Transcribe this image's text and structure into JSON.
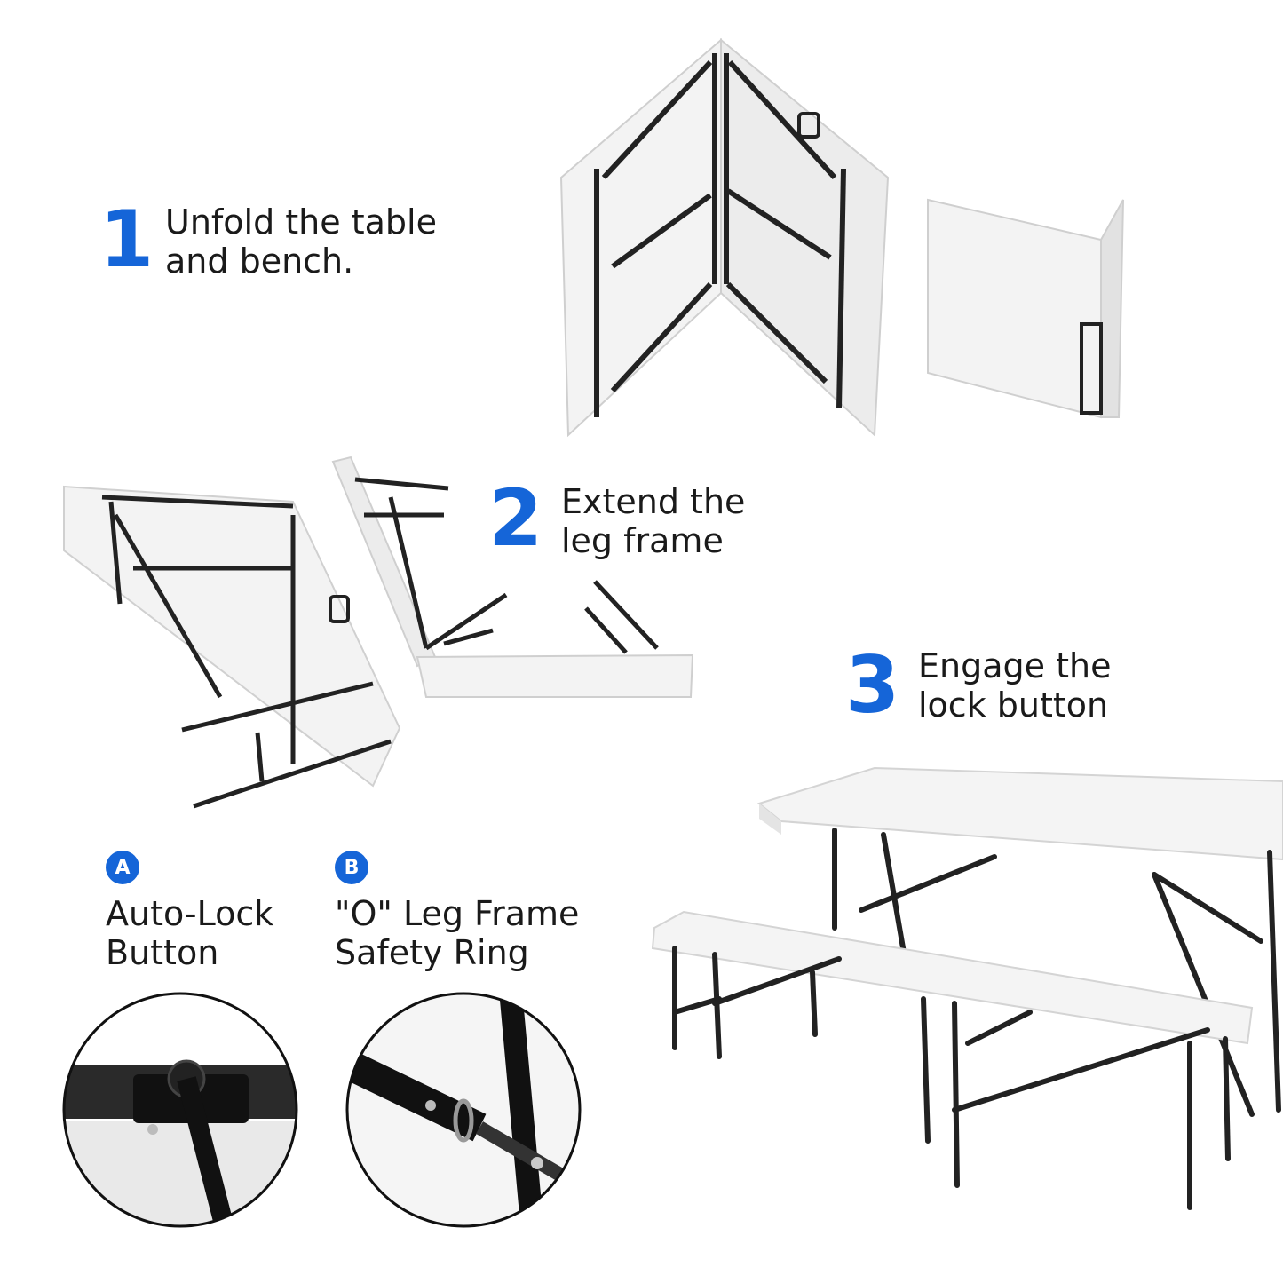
{
  "steps": [
    {
      "number": "1",
      "line1": "Unfold the table",
      "line2": "and bench."
    },
    {
      "number": "2",
      "line1": "Extend the",
      "line2": "leg frame"
    },
    {
      "number": "3",
      "line1": "Engage the",
      "line2": "lock button"
    }
  ],
  "features": [
    {
      "badge": "A",
      "line1": "Auto-Lock",
      "line2": "Button"
    },
    {
      "badge": "B",
      "line1": "\"O\" Leg Frame",
      "line2": "Safety Ring"
    }
  ],
  "colors": {
    "accent": "#1565d8",
    "frame": "#222222",
    "table": "#f2f2f2"
  }
}
